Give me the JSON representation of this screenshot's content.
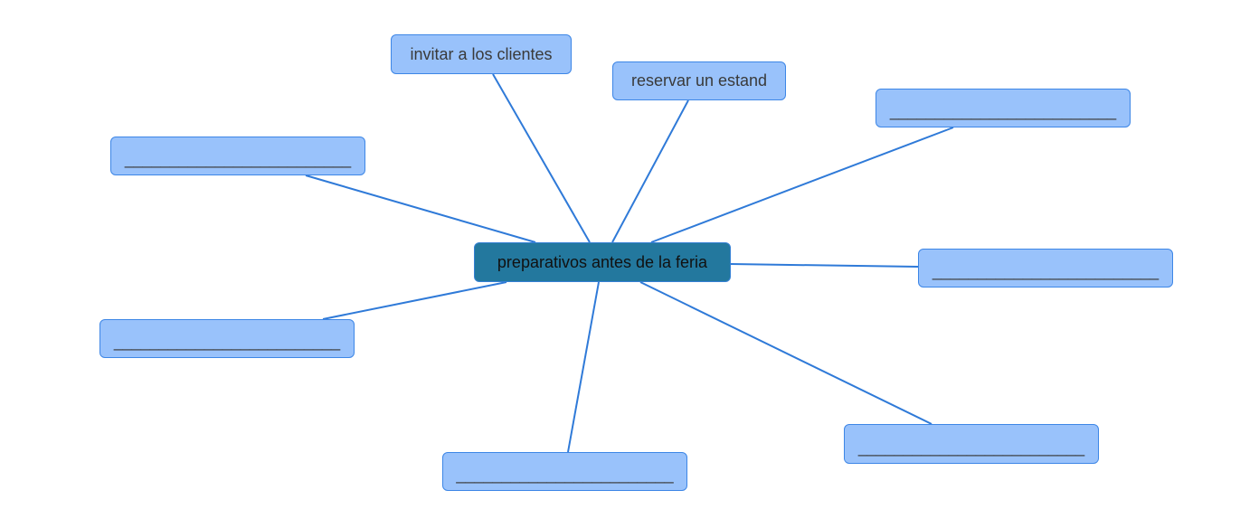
{
  "colors": {
    "center_fill": "#23789e",
    "node_fill": "#99c2fb",
    "border": "#3d86e6",
    "link": "#2f7ad8"
  },
  "center": {
    "label": "preparativos antes de la feria"
  },
  "nodes": [
    {
      "id": "invitar",
      "label": "invitar a los clientes"
    },
    {
      "id": "reservar",
      "label": "reservar un estand"
    },
    {
      "id": "blank-top-right",
      "label": "_________________________"
    },
    {
      "id": "blank-right",
      "label": "_________________________"
    },
    {
      "id": "blank-bottom-right",
      "label": "_________________________"
    },
    {
      "id": "blank-bottom",
      "label": "________________________"
    },
    {
      "id": "blank-left-lower",
      "label": "_________________________"
    },
    {
      "id": "blank-left-upper",
      "label": "_________________________"
    }
  ]
}
